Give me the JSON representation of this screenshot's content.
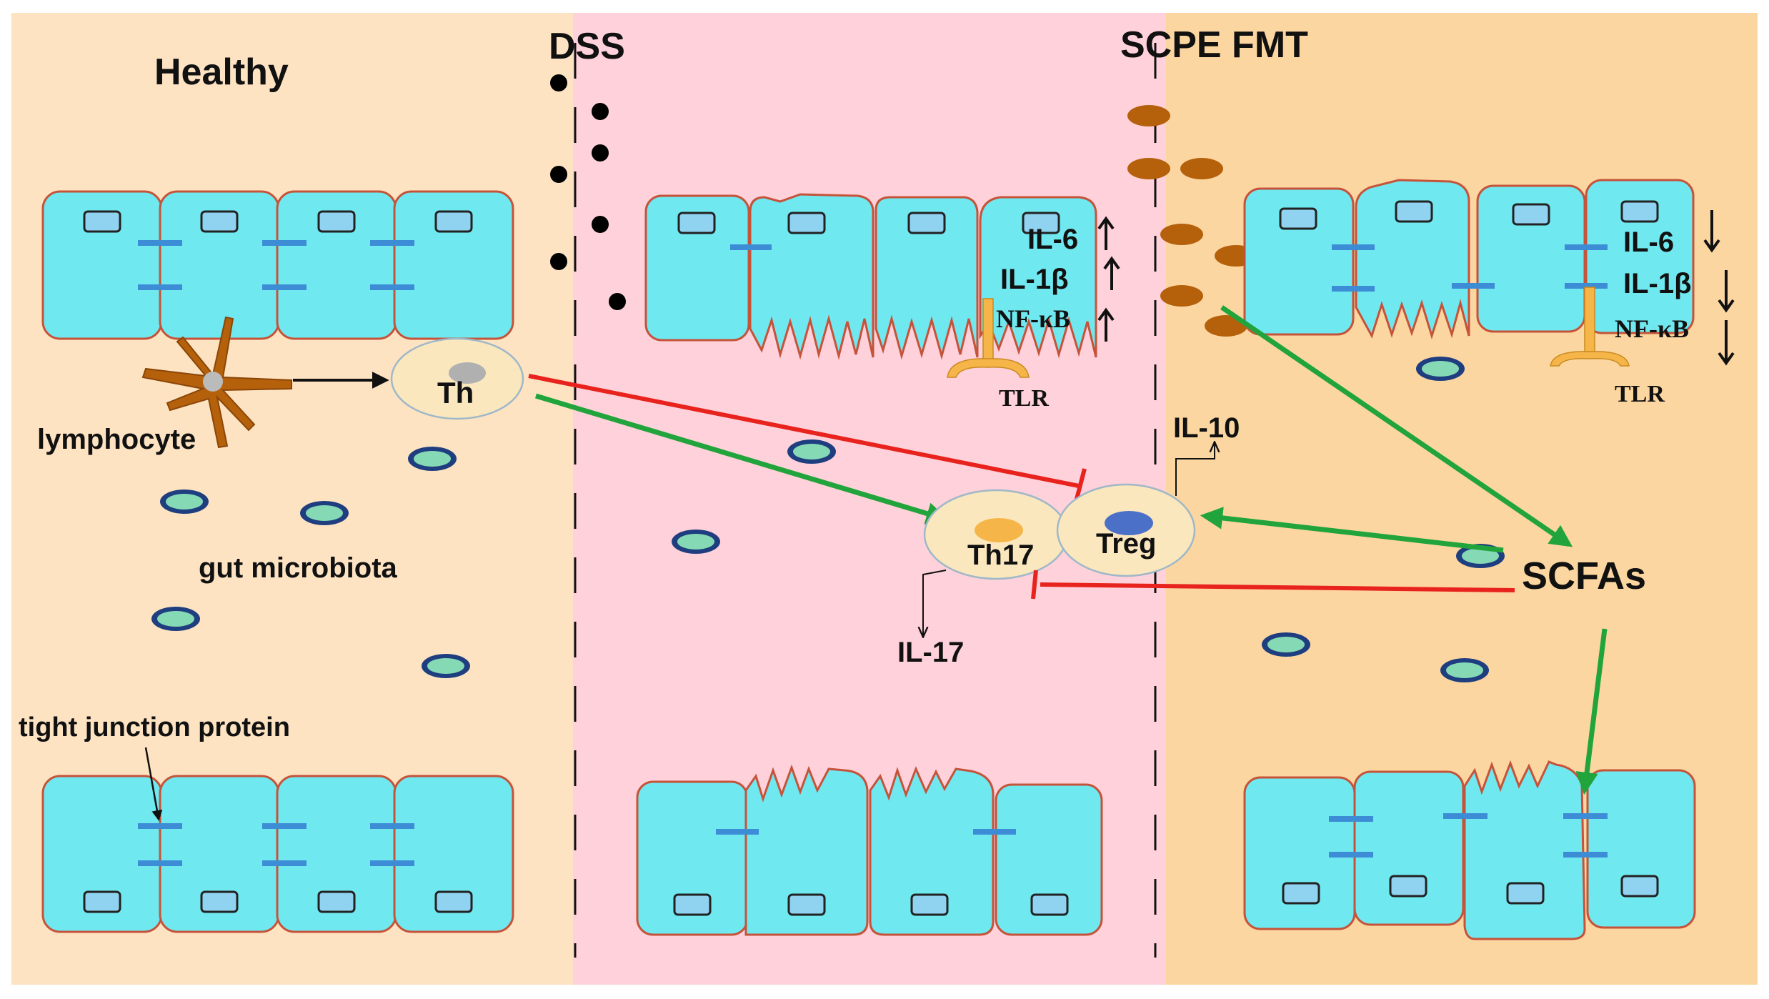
{
  "panels": {
    "healthy": {
      "title": "Healthy"
    },
    "dss": {
      "title": "DSS"
    },
    "scpe_fmt": {
      "title": "SCPE FMT"
    }
  },
  "labels": {
    "lymphocyte": "lymphocyte",
    "gut_microbiota": "gut microbiota",
    "tight_junction_protein": "tight junction protein",
    "th": "Th",
    "th17": "Th17",
    "treg": "Treg",
    "il17": "IL-17",
    "il10": "IL-10",
    "scfas": "SCFAs"
  },
  "dss_markers": [
    {
      "name": "IL-6",
      "direction": "up"
    },
    {
      "name": "IL-1β",
      "direction": "up"
    },
    {
      "name": "NF-κB",
      "direction": "up"
    }
  ],
  "dss_receptor": "TLR",
  "fmt_markers": [
    {
      "name": "IL-6",
      "direction": "down"
    },
    {
      "name": "IL-1β",
      "direction": "down"
    },
    {
      "name": "NF-κB",
      "direction": "down"
    }
  ],
  "fmt_receptor": "TLR",
  "colors": {
    "healthy_bg": "#FDE3C2",
    "dss_bg": "#FFD1DA",
    "fmt_bg": "#FCD6A0",
    "cell_fill": "#70E8F0",
    "cell_stroke": "#C5533A",
    "nucleus_fill": "#8FD3F0",
    "junction": "#3C8DD6",
    "activate_arrow": "#21A43C",
    "inhibit_line": "#E8231E",
    "immune_cell": "#FBE7BE",
    "bacteria_fmt": "#B5600B",
    "tlr": "#F6B548"
  }
}
